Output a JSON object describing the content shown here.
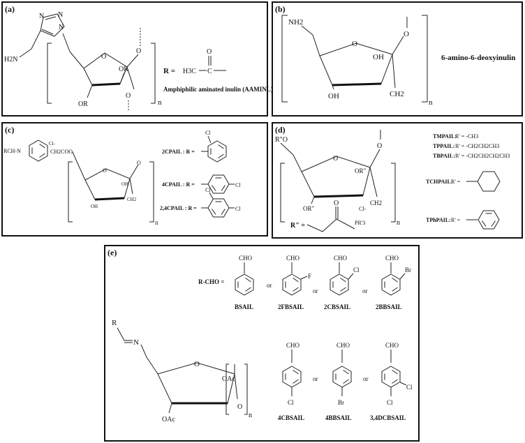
{
  "panels": {
    "a": {
      "label": "(a)",
      "atoms": {
        "n1": "N",
        "n2": "N",
        "n3": "N",
        "nh2": "H2N",
        "o_ring": "O",
        "or1": "OR",
        "or2": "OR",
        "o_top": "O",
        "o_bot": "O",
        "n_sub": "n",
        "r_eq": "R =",
        "ch3": "H3C",
        "c": "C",
        "o_acyl": "O"
      },
      "name": "Amphiphilic aminated inulin (AAMINL)"
    },
    "b": {
      "label": "(b)",
      "atoms": {
        "nh2": "NH2",
        "o_ring": "O",
        "oh1": "OH",
        "oh2": "OH",
        "o_side": "O",
        "ch2": "CH2",
        "n_sub": "n"
      },
      "name": "6-amino-6-deoxyinulin"
    },
    "c": {
      "label": "(c)",
      "atoms": {
        "rch": "RCH-N",
        "cl_minus": "Cl-",
        "ch2coo": "CH2COO",
        "o_ring": "O",
        "oh1": "OH",
        "oh2": "OH",
        "o_side": "O",
        "ch2": "CH2",
        "n_sub": "n",
        "cl1": "Cl",
        "cl2": "Cl",
        "cl3": "Cl",
        "cl4": "Cl"
      },
      "variants": [
        "2CPAIL : R =",
        "4CPAIL : R =",
        "2,4CPAIL : R ="
      ]
    },
    "d": {
      "label": "(d)",
      "atoms": {
        "ro": "R\"O",
        "o_ring": "O",
        "or_p": "OR\"",
        "or_pp": "OR\"",
        "o_side": "O",
        "ch2": "CH2",
        "n_sub": "n",
        "o_keto": "O",
        "cl_minus": "Cl-",
        "pr3": "PR'3",
        "r_eq": "R\" ="
      },
      "variants": [
        {
          "name": "TMPAIL:",
          "formula": "R' = -CH3"
        },
        {
          "name": "TPPAIL:",
          "formula": "R' = -CH2CH2CH3"
        },
        {
          "name": "TBPAIL:",
          "formula": "R' = -CH2CH2CH2CH3"
        },
        {
          "name": "TCHPAIL:",
          "formula": "R' ="
        },
        {
          "name": "TPhPAIL:",
          "formula": "R' ="
        }
      ]
    },
    "e": {
      "label": "(e)",
      "atoms": {
        "r": "R",
        "n": "N",
        "o_ring": "O",
        "oac1": "OAc",
        "oac2": "OAc",
        "o_side": "O",
        "n_sub": "n"
      },
      "rcho": "R-CHO =",
      "or": "or",
      "cho": "CHO",
      "subs": {
        "f": "F",
        "cl": "Cl",
        "br": "Br"
      },
      "names": [
        "BSAIL",
        "2FBSAIL",
        "2CBSAIL",
        "2BBSAIL",
        "4CBSAIL",
        "4BBSAIL",
        "3,4DCBSAIL"
      ]
    }
  }
}
